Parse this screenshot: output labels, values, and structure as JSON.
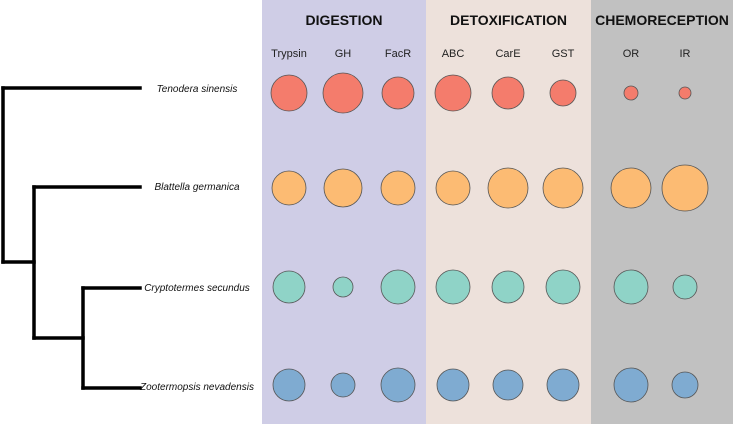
{
  "groups": [
    {
      "title": "DIGESTION",
      "color": "#cfcde6",
      "columns": [
        "Trypsin",
        "GH",
        "FacR"
      ]
    },
    {
      "title": "DETOXIFICATION",
      "color": "#ede1db",
      "columns": [
        "ABC",
        "CarE",
        "GST"
      ]
    },
    {
      "title": "CHEMORECEPTION",
      "color": "#c1c1c1",
      "columns": [
        "OR",
        "IR"
      ]
    }
  ],
  "species": [
    {
      "name": "Tenodera sinensis",
      "label_color": "#e0241b",
      "bubble_color": "#f47c6c",
      "relative_size": [
        18,
        20,
        16,
        18,
        16,
        13,
        7,
        6
      ]
    },
    {
      "name": "Blattella germanica",
      "label_color": "#111111",
      "bubble_color": "#fcbb73",
      "relative_size": [
        17,
        19,
        17,
        17,
        20,
        20,
        20,
        23
      ]
    },
    {
      "name": "Cryptotermes secundus",
      "label_color": "#111111",
      "bubble_color": "#8fd3c7",
      "relative_size": [
        16,
        10,
        17,
        17,
        16,
        17,
        17,
        12
      ]
    },
    {
      "name": "Zootermopsis nevadensis",
      "label_color": "#111111",
      "bubble_color": "#7fabd1",
      "relative_size": [
        16,
        12,
        17,
        16,
        15,
        16,
        17,
        13
      ]
    }
  ],
  "tree": "((Tenodera sinensis),(Blattella germanica,(Cryptotermes secundus,Zootermopsis nevadensis)))"
}
